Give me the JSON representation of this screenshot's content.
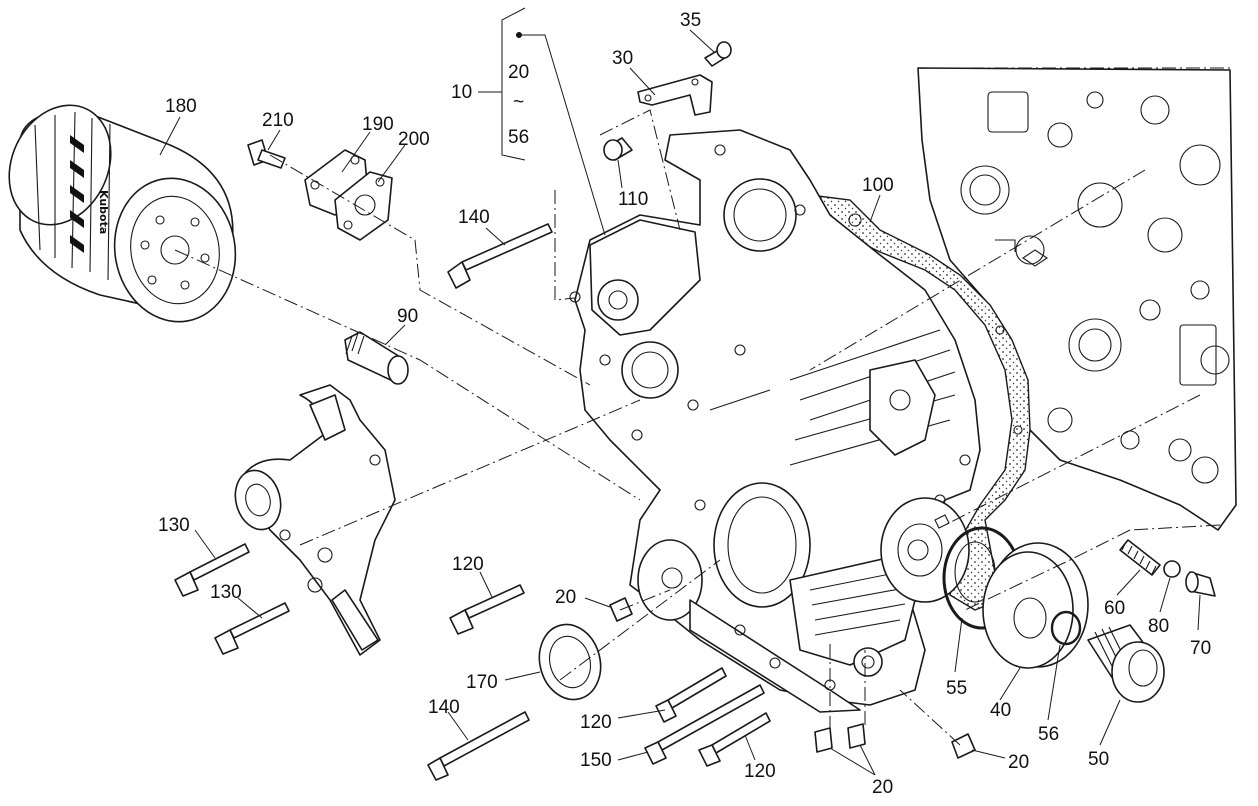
{
  "diagram": {
    "filter_brand": "Kubota",
    "callouts": [
      {
        "id": "c10",
        "text": "10"
      },
      {
        "id": "c20a",
        "text": "20"
      },
      {
        "id": "ctilde",
        "text": "~"
      },
      {
        "id": "c56a",
        "text": "56"
      },
      {
        "id": "c35",
        "text": "35"
      },
      {
        "id": "c30",
        "text": "30"
      },
      {
        "id": "c110",
        "text": "110"
      },
      {
        "id": "c180",
        "text": "180"
      },
      {
        "id": "c210",
        "text": "210"
      },
      {
        "id": "c190",
        "text": "190"
      },
      {
        "id": "c200",
        "text": "200"
      },
      {
        "id": "c140a",
        "text": "140"
      },
      {
        "id": "c100",
        "text": "100"
      },
      {
        "id": "c90",
        "text": "90"
      },
      {
        "id": "c130a",
        "text": "130"
      },
      {
        "id": "c130b",
        "text": "130"
      },
      {
        "id": "c120a",
        "text": "120"
      },
      {
        "id": "c20b",
        "text": "20"
      },
      {
        "id": "c170",
        "text": "170"
      },
      {
        "id": "c140b",
        "text": "140"
      },
      {
        "id": "c120b",
        "text": "120"
      },
      {
        "id": "c150",
        "text": "150"
      },
      {
        "id": "c120c",
        "text": "120"
      },
      {
        "id": "c20c",
        "text": "20"
      },
      {
        "id": "c20d",
        "text": "20"
      },
      {
        "id": "c55",
        "text": "55"
      },
      {
        "id": "c40",
        "text": "40"
      },
      {
        "id": "c56b",
        "text": "56"
      },
      {
        "id": "c50",
        "text": "50"
      },
      {
        "id": "c60",
        "text": "60"
      },
      {
        "id": "c80",
        "text": "80"
      },
      {
        "id": "c70",
        "text": "70"
      }
    ]
  }
}
